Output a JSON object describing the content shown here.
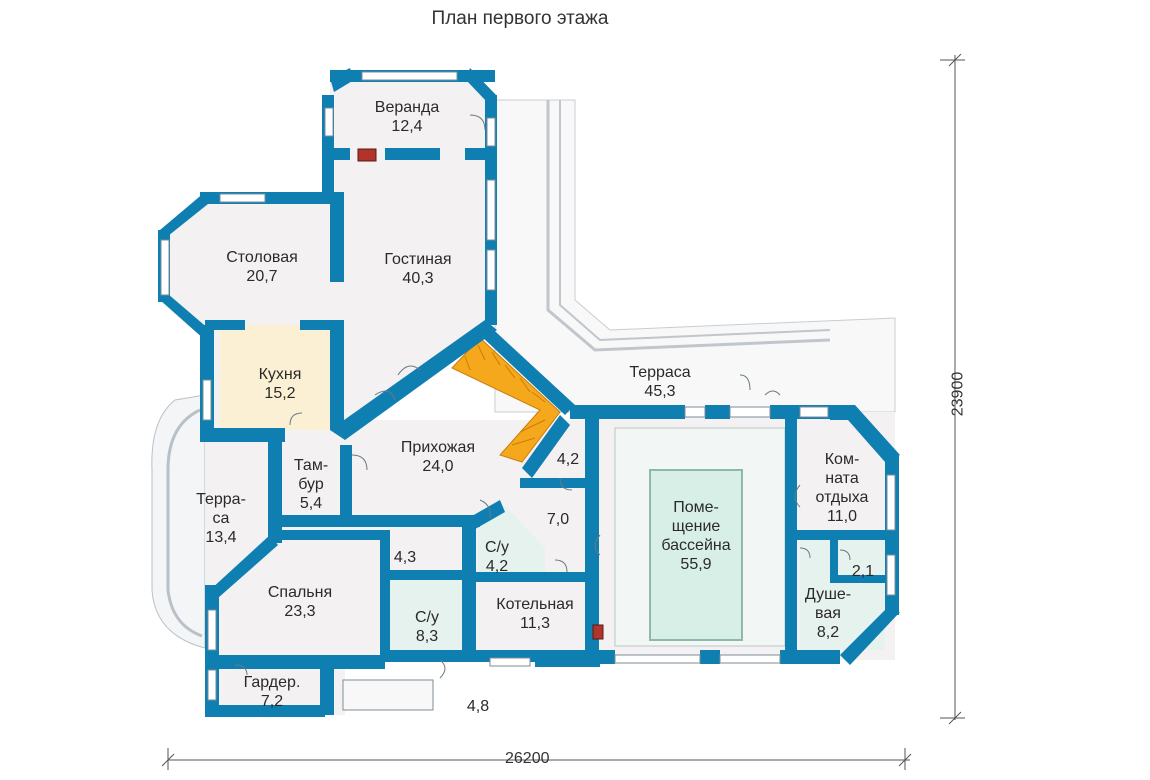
{
  "title": "План первого этажа",
  "rooms": [
    {
      "id": "veranda",
      "name": "Веранда",
      "area": "12,4"
    },
    {
      "id": "dining",
      "name": "Столовая",
      "area": "20,7"
    },
    {
      "id": "living",
      "name": "Гостиная",
      "area": "40,3"
    },
    {
      "id": "kitchen",
      "name": "Кухня",
      "area": "15,2"
    },
    {
      "id": "terrace",
      "name": "Терраса",
      "area": "45,3"
    },
    {
      "id": "hall",
      "name": "Прихожая",
      "area": "24,0"
    },
    {
      "id": "tambour",
      "name": "Там- бур",
      "line1": "Там-",
      "line2": "бур",
      "area": "5,4"
    },
    {
      "id": "terrace2",
      "line1": "Терра-",
      "line2": "са",
      "area": "13,4"
    },
    {
      "id": "room42a",
      "area": "4,2"
    },
    {
      "id": "room70",
      "area": "7,0"
    },
    {
      "id": "rest",
      "line1": "Ком-",
      "line2": "ната",
      "line3": "отдыха",
      "area": "11,0"
    },
    {
      "id": "pool",
      "line1": "Поме-",
      "line2": "щение",
      "line3": "бассейна",
      "area": "55,9"
    },
    {
      "id": "wc1",
      "name": "С/у",
      "area": "4,2"
    },
    {
      "id": "room43",
      "area": "4,3"
    },
    {
      "id": "bedroom",
      "name": "Спальня",
      "area": "23,3"
    },
    {
      "id": "wc2",
      "name": "С/у",
      "area": "8,3"
    },
    {
      "id": "boiler",
      "name": "Котельная",
      "area": "11,3"
    },
    {
      "id": "room21",
      "area": "2,1"
    },
    {
      "id": "shower",
      "line1": "Душе-",
      "line2": "вая",
      "area": "8,2"
    },
    {
      "id": "wardrobe",
      "name": "Гардер.",
      "area": "7,2"
    },
    {
      "id": "room48",
      "area": "4,8"
    }
  ],
  "dimensions": {
    "width": "26200",
    "height": "23900"
  },
  "colors": {
    "wall": "#0e7fb0",
    "floor": "#f4f1f2",
    "kitchen": "#fbf0d4",
    "tile": "#e6f2ee",
    "pool_water": "#d8efe8",
    "stairs": "#f5a81c",
    "terrace": "#f7f7f7"
  }
}
